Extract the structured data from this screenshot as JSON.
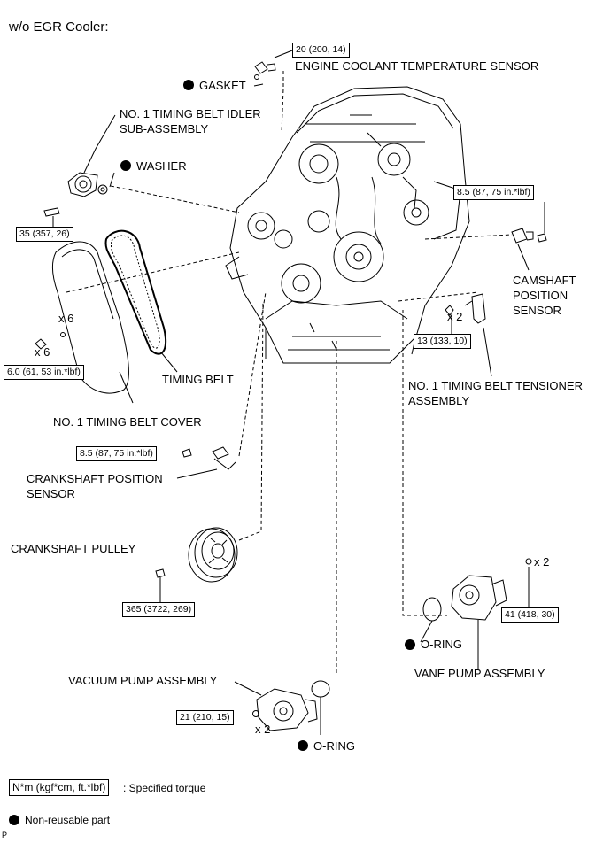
{
  "title": "w/o EGR Cooler:",
  "labels": {
    "gasket": "GASKET",
    "ect_sensor": "ENGINE COOLANT TEMPERATURE SENSOR",
    "idler_line1": "NO. 1 TIMING BELT IDLER",
    "idler_line2": "SUB-ASSEMBLY",
    "washer": "WASHER",
    "cam_sensor_line1": "CAMSHAFT",
    "cam_sensor_line2": "POSITION",
    "cam_sensor_line3": "SENSOR",
    "x2_tensioner": "x 2",
    "x6_a": "x 6",
    "x6_b": "x 6",
    "timing_belt": "TIMING BELT",
    "tensioner_line1": "NO. 1 TIMING BELT TENSIONER",
    "tensioner_line2": "ASSEMBLY",
    "timing_cover": "NO. 1 TIMING BELT COVER",
    "crank_sensor_line1": "CRANKSHAFT POSITION",
    "crank_sensor_line2": "SENSOR",
    "crank_pulley": "CRANKSHAFT PULLEY",
    "x2_vane": "x 2",
    "oring_vane": "O-RING",
    "vane_pump": "VANE PUMP ASSEMBLY",
    "vacuum_pump": "VACUUM PUMP ASSEMBLY",
    "x2_vacuum": "x 2",
    "oring_vacuum": "O-RING"
  },
  "torque": {
    "ect": "20 (200, 14)",
    "idler_bolt": "35 (357, 26)",
    "cam_sensor": "8.5 (87, 75 in.*lbf)",
    "tensioner": "13 (133, 10)",
    "cover_bolt": "6.0 (61, 53 in.*lbf)",
    "crank_sensor": "8.5 (87, 75 in.*lbf)",
    "pulley_bolt": "365 (3722, 269)",
    "vane_pump": "41 (418, 30)",
    "vacuum_pump": "21 (210, 15)"
  },
  "legend": {
    "torque_box": "N*m (kgf*cm, ft.*lbf)",
    "torque_text": ": Specified torque",
    "nonreusable": "Non-reusable part"
  },
  "corner_mark": "P"
}
